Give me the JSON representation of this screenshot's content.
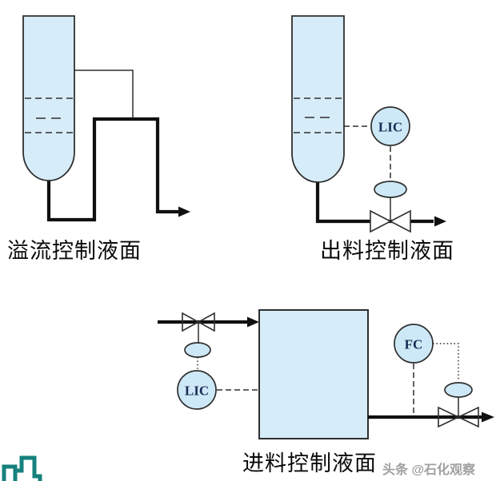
{
  "colors": {
    "vessel_fill": "#d6ecf9",
    "instrument_fill": "#cde8f7",
    "outline": "#2f2f2f",
    "pipe": "#101010",
    "tag_text": "#1b2c55",
    "label_text": "#0a0a0a",
    "watermark_text": "#969696",
    "logo": "#16817d"
  },
  "diagrams": {
    "overflow": {
      "label": "溢流控制液面"
    },
    "outlet": {
      "label": "出料控制液面",
      "controller_tag": "LIC"
    },
    "feed": {
      "label": "进料控制液面",
      "level_controller_tag": "LIC",
      "flow_controller_tag": "FC"
    }
  },
  "watermark": {
    "text": "头条 @石化观察"
  }
}
